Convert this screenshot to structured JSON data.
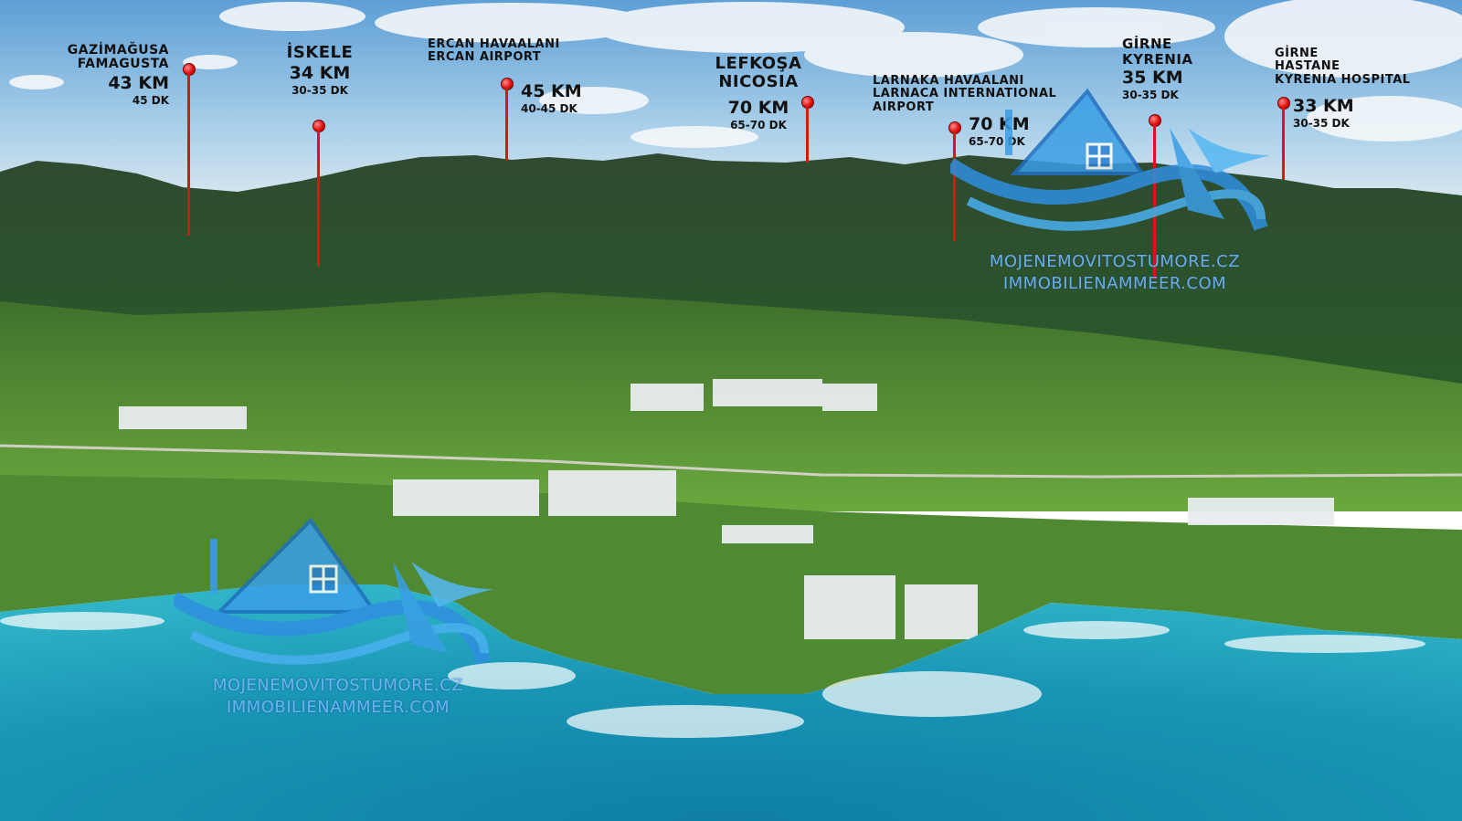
{
  "markers": [
    {
      "id": "famagusta",
      "name_line1": "GAZİMAĞUSA",
      "name_line2": "FAMAGUSTA",
      "km": "43 KM",
      "time": "45 DK"
    },
    {
      "id": "iskele",
      "name_line1": "İSKELE",
      "name_line2": "",
      "km": "34 KM",
      "time": "30-35 DK"
    },
    {
      "id": "ercan",
      "name_line1": "ERCAN HAVAALANI",
      "name_line2": "ERCAN AIRPORT",
      "km": "45 KM",
      "time": "40-45 DK"
    },
    {
      "id": "nicosia",
      "name_line1": "LEFKOŞA",
      "name_line2": "NICOSIA",
      "km": "70 KM",
      "time": "65-70 DK"
    },
    {
      "id": "larnaca",
      "name_line1": "LARNAKA HAVAALANI",
      "name_line2": "LARNACA INTERNATIONAL",
      "name_line3": "AIRPORT",
      "km": "70 KM",
      "time": "65-70 DK"
    },
    {
      "id": "kyrenia",
      "name_line1": "GİRNE",
      "name_line2": "KYRENIA",
      "km": "35 KM",
      "time": "30-35 DK"
    },
    {
      "id": "hospital",
      "name_line1": "GİRNE",
      "name_line2": "HASTANE",
      "name_line3": "KYRENIA HOSPITAL",
      "km": "33 KM",
      "time": "30-35 DK"
    }
  ],
  "watermark": {
    "line1": "MOJENEMOVITOSTUMORE.CZ",
    "line2": "IMMOBILIENAMMEER.COM"
  },
  "colors": {
    "pin": "#e01010",
    "sea": "#1a8fb0",
    "land": "#3f7a2e",
    "sky": "#9cc6e6",
    "watermark": "#3aa0e8"
  }
}
